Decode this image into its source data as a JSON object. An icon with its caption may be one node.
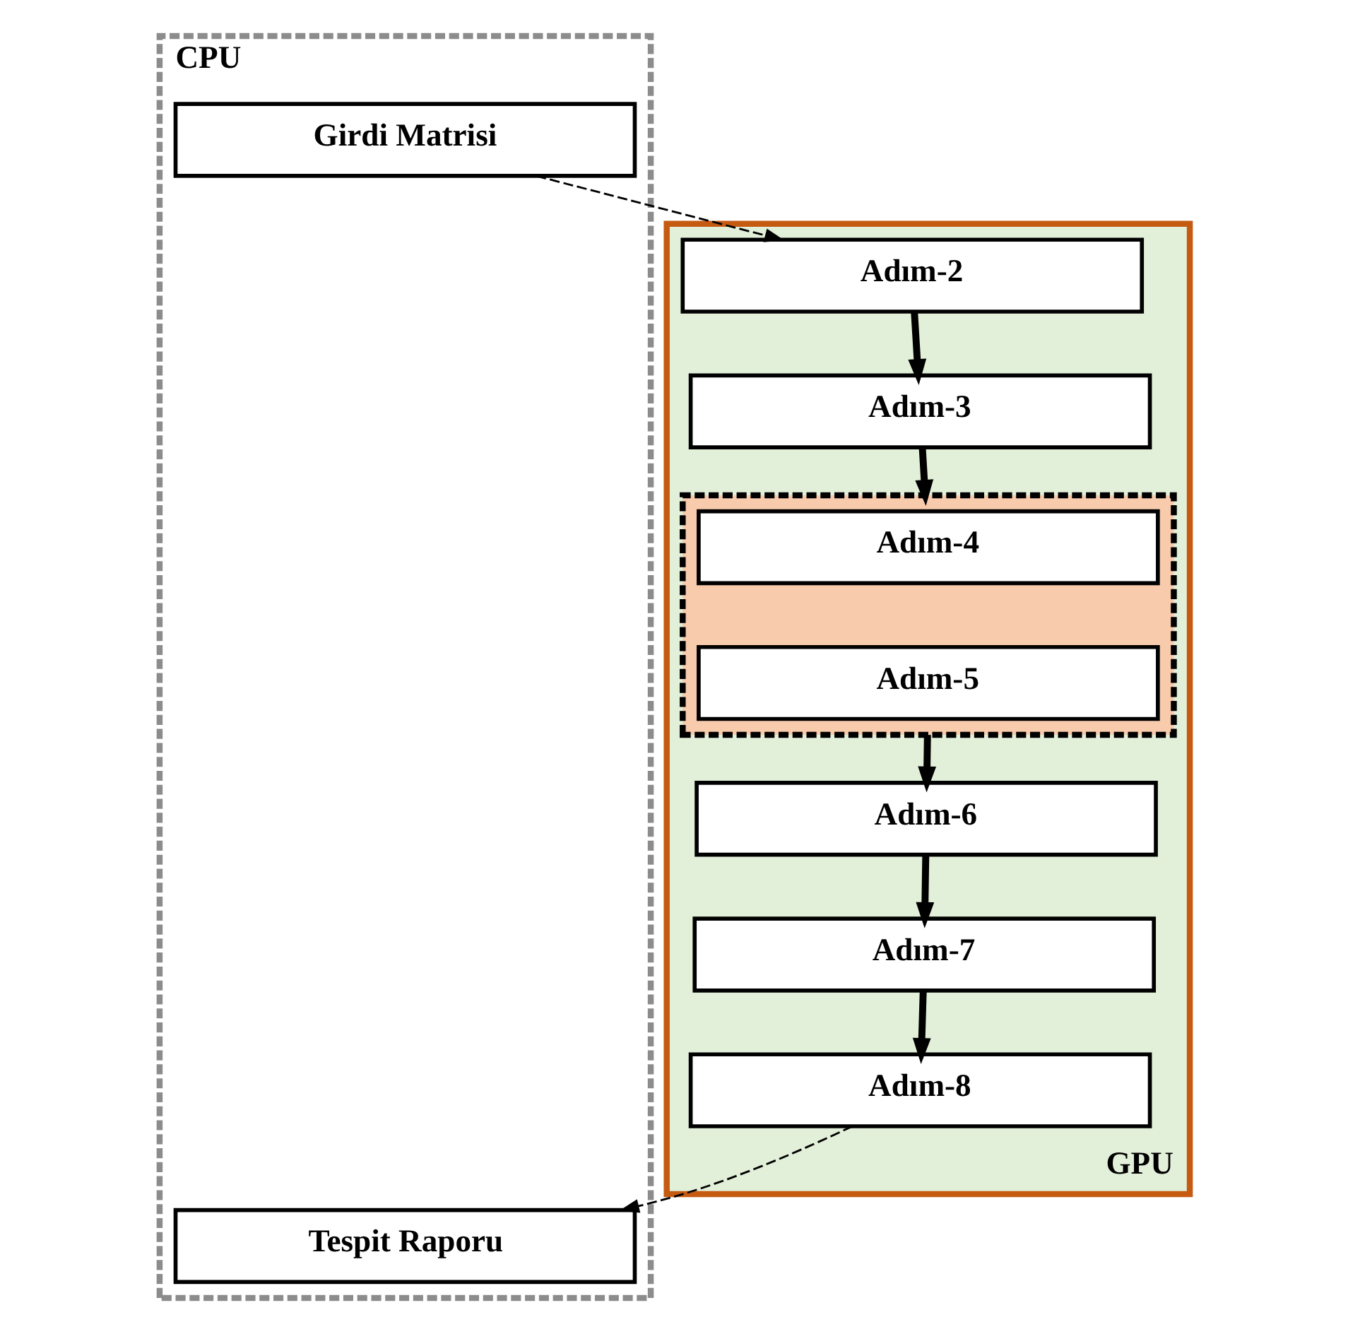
{
  "diagram": {
    "nodes": [
      {
        "text": [
          "CPU"
        ]
      },
      {
        "text": [
          "Girdi Matrisi"
        ],
        "in": 0
      },
      {
        "text": [
          "Tespit Raporu"
        ],
        "in": 0
      },
      {
        "text": [
          "GPU"
        ]
      },
      {
        "text": [
          "Adım-2"
        ],
        "in": 3
      },
      {
        "text": [
          "Adım-3"
        ],
        "in": 3
      },
      {
        "text": [],
        "shape": "box",
        "in": 3
      },
      {
        "text": [
          "Adım-4"
        ],
        "in": 6
      },
      {
        "text": [
          "Adım-5"
        ],
        "in": 6
      },
      {
        "text": [
          "Adım-6"
        ],
        "in": 3
      },
      {
        "text": [
          "Adım-7"
        ],
        "in": 3
      },
      {
        "text": [
          "Adım-8"
        ],
        "in": 3
      }
    ],
    "edges": [
      {
        "from": 1,
        "to": 4,
        "arrow": "to",
        "style": "dashed"
      },
      {
        "from": 4,
        "to": 5,
        "arrow": "to"
      },
      {
        "from": 5,
        "to": 6,
        "arrow": "to"
      },
      {
        "from": 6,
        "to": 9,
        "arrow": "to"
      },
      {
        "from": 9,
        "to": 10,
        "arrow": "to"
      },
      {
        "from": 10,
        "to": 11,
        "arrow": "to"
      },
      {
        "from": 11,
        "to": 2,
        "arrow": "to",
        "style": "dashed"
      }
    ]
  }
}
